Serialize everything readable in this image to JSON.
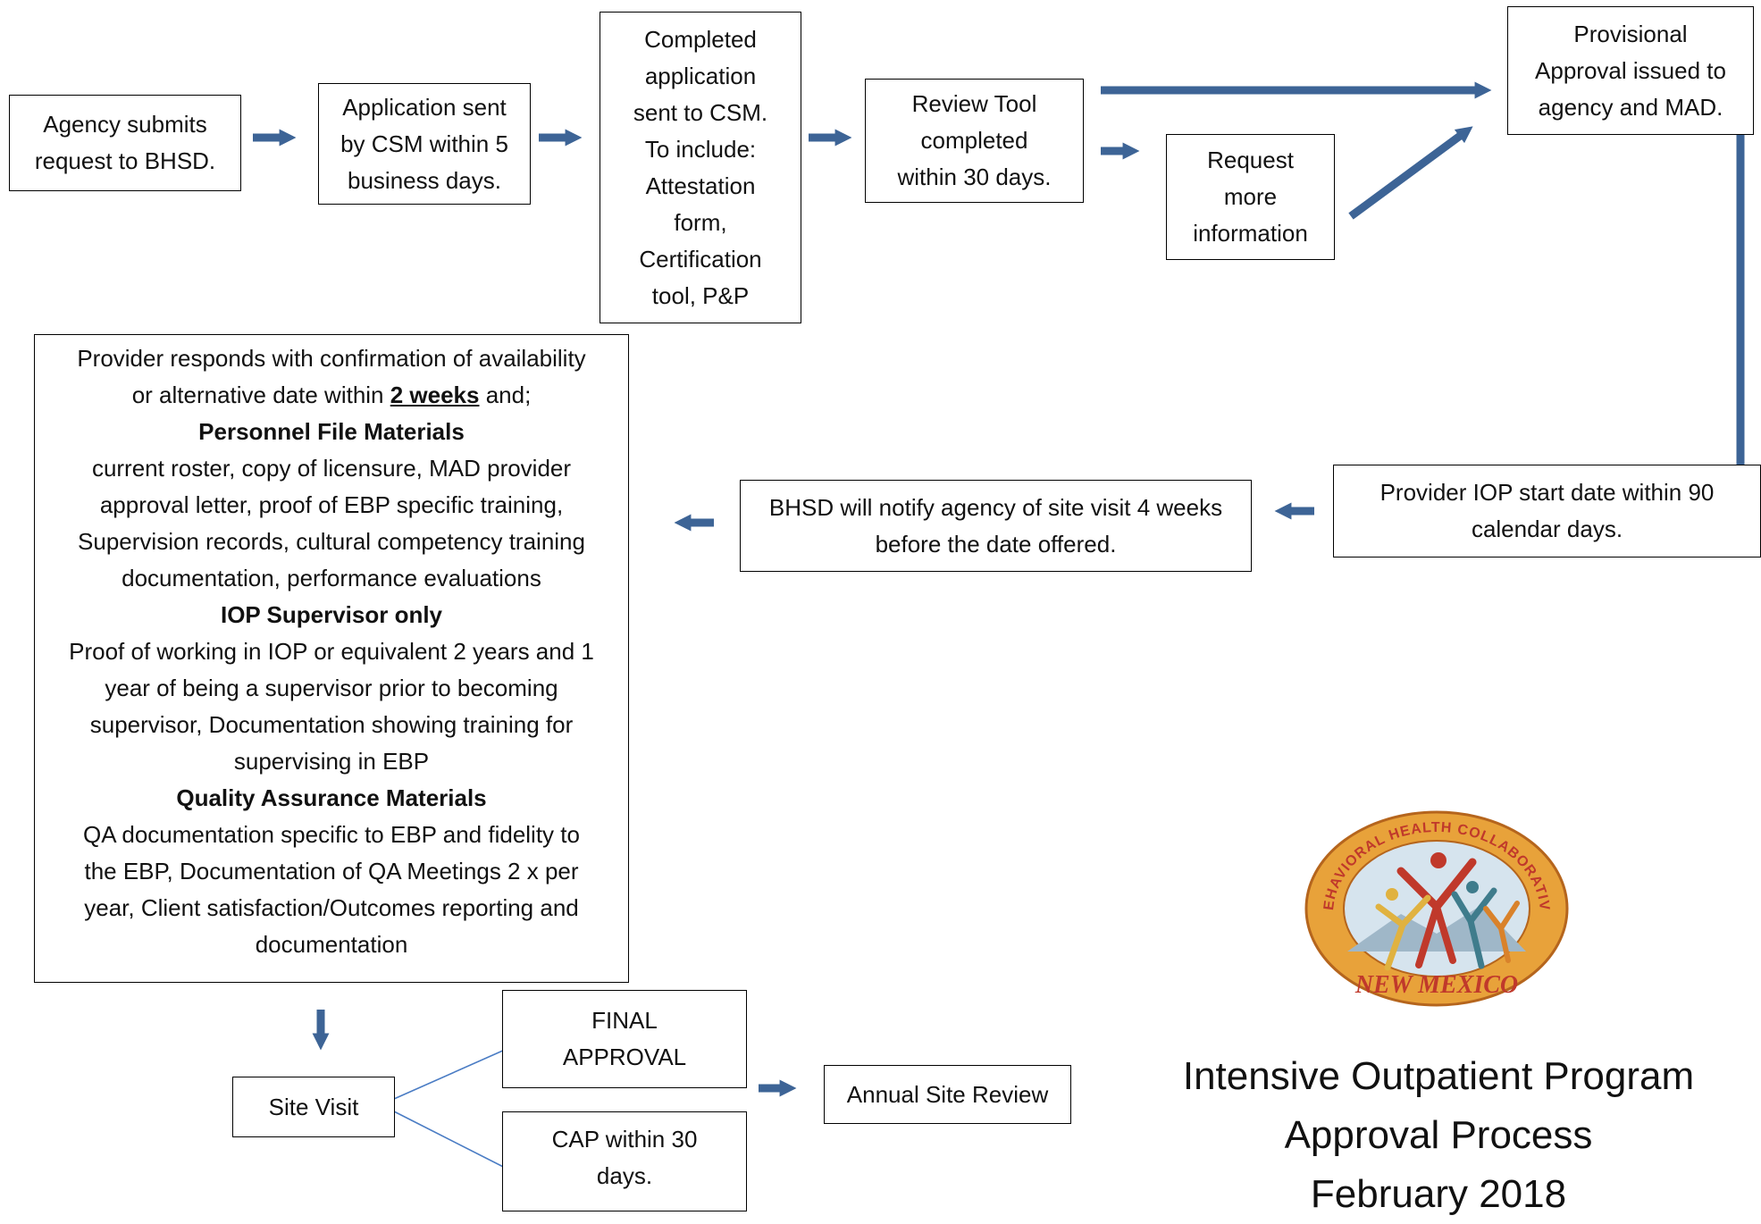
{
  "nodes": {
    "agency_submits": [
      "Agency submits",
      "request to BHSD."
    ],
    "application_sent": [
      "Application sent",
      "by CSM within 5",
      "business days."
    ],
    "completed_application": [
      "Completed",
      "application",
      "sent to CSM.",
      "To include:",
      "Attestation",
      "form,",
      "Certification",
      "tool, P&P"
    ],
    "review_tool": [
      "Review Tool",
      "completed",
      "within 30 days."
    ],
    "request_more": [
      "Request",
      "more",
      "information"
    ],
    "provisional_approval": [
      "Provisional",
      "Approval issued to",
      "agency and MAD."
    ],
    "provider_iop_start": [
      "Provider IOP start date within 90",
      "calendar days."
    ],
    "bhsd_notify": [
      "BHSD will notify agency of site visit 4 weeks",
      "before the date offered."
    ],
    "site_visit": [
      "Site Visit"
    ],
    "final_approval": [
      "FINAL",
      "APPROVAL"
    ],
    "cap": [
      "CAP within 30",
      "days."
    ],
    "annual_review": [
      "Annual Site Review"
    ]
  },
  "materials": {
    "intro_line1": "Provider responds with confirmation of availability",
    "intro_line2_before": "or alternative date within ",
    "intro_line2_emph": "2 weeks",
    "intro_line2_after": " and;",
    "sections": [
      {
        "heading": "Personnel File Materials",
        "lines": [
          "current roster, copy of licensure,  MAD provider",
          "approval letter, proof of EBP specific training,",
          "Supervision records, cultural competency training",
          "documentation, performance evaluations"
        ]
      },
      {
        "heading": "IOP Supervisor only",
        "lines": [
          "Proof of working in IOP or equivalent 2 years and 1",
          "year of being a supervisor prior to becoming",
          "supervisor, Documentation showing training for",
          "supervising in EBP"
        ]
      },
      {
        "heading": "Quality Assurance Materials",
        "lines": [
          "QA documentation specific to EBP and fidelity to",
          "the EBP, Documentation of QA Meetings 2 x per",
          "year, Client satisfaction/Outcomes reporting and",
          "documentation"
        ]
      }
    ]
  },
  "logo": {
    "arc_text": "BEHAVIORAL HEALTH COLLABORATIVE",
    "bottom_text": "NEW MEXICO",
    "colors": {
      "ring": "#e8a23a",
      "band": "#c0392b",
      "inner": "#d6e4ee",
      "text": "#c0392b"
    }
  },
  "title": {
    "line1": "Intensive Outpatient Program",
    "line2": "Approval Process",
    "line3": "February 2018"
  },
  "colors": {
    "arrow": "#3d6496",
    "thin_arrow": "#4a7cc4",
    "border": "#000000"
  }
}
